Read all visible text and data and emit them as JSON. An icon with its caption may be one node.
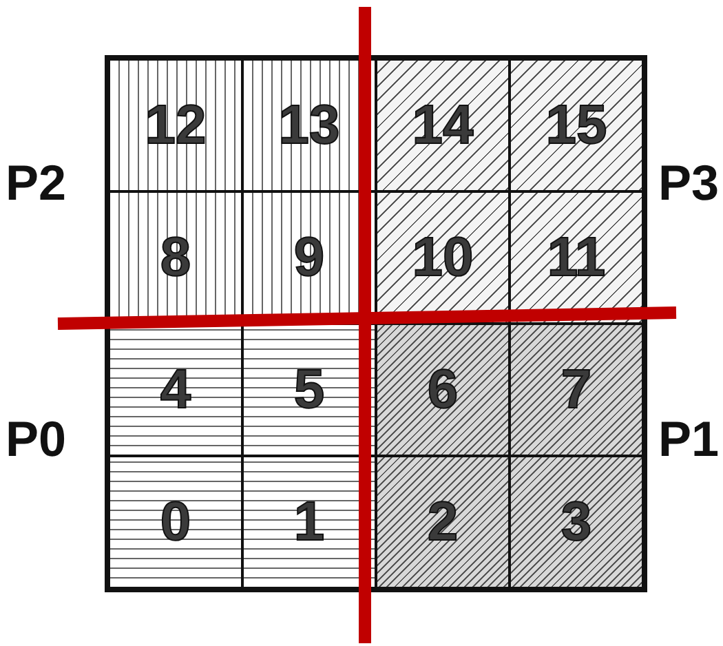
{
  "diagram": {
    "nodes": [
      {
        "text": [
          "12"
        ]
      },
      {
        "text": [
          "13"
        ]
      },
      {
        "text": [
          "14"
        ]
      },
      {
        "text": [
          "15"
        ]
      },
      {
        "text": [
          "8"
        ]
      },
      {
        "text": [
          "9"
        ]
      },
      {
        "text": [
          "10"
        ]
      },
      {
        "text": [
          "11"
        ]
      },
      {
        "text": [
          "4"
        ]
      },
      {
        "text": [
          "5"
        ]
      },
      {
        "text": [
          "6"
        ]
      },
      {
        "text": [
          "7"
        ]
      },
      {
        "text": [
          "0"
        ]
      },
      {
        "text": [
          "1"
        ]
      },
      {
        "text": [
          "2"
        ]
      },
      {
        "text": [
          "3"
        ]
      }
    ],
    "edges": [],
    "labels": [
      "P2",
      "P3",
      "P0",
      "P1"
    ]
  }
}
